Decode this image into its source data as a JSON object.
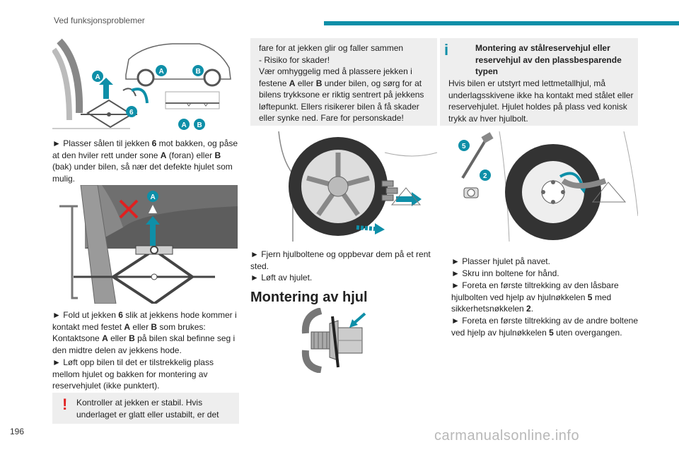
{
  "header": {
    "title": "Ved funksjonsproblemer"
  },
  "page_number": "196",
  "watermark": "carmanualsonline.info",
  "col1": {
    "fig1_labels": {
      "a1": "A",
      "a2": "A",
      "b1": "B",
      "six": "6",
      "a3": "A",
      "b2": "B"
    },
    "p1": {
      "pre": "► Plasser sålen til jekken ",
      "b1": "6",
      "mid1": " mot bakken, og påse at den hviler rett under sone ",
      "b2": "A",
      "mid2": " (foran) eller ",
      "b3": "B",
      "post": " (bak) under bilen, så nær det defekte hjulet som mulig."
    },
    "fig2_labels": {
      "a": "A"
    },
    "p2": {
      "pre": "► Fold ut jekken ",
      "b1": "6",
      "mid1": " slik at jekkens hode kommer i kontakt med festet ",
      "b2": "A",
      "mid2": " eller ",
      "b3": "B",
      "mid3": " som brukes: Kontaktsone ",
      "b4": "A",
      "mid4": " eller ",
      "b5": "B",
      "post": " på bilen skal befinne seg i den midtre delen av jekkens hode."
    },
    "p3": "► Løft opp bilen til det er tilstrekkelig plass mellom hjulet og bakken for montering av reservehjulet (ikke punktert).",
    "warning": {
      "mark": "!",
      "text": "Kontroller at jekken er stabil. Hvis underlaget er glatt eller ustabilt, er det"
    }
  },
  "col2": {
    "warning_cont": {
      "l1": "fare for at jekken glir og faller sammen",
      "l2": "- Risiko for skader!",
      "l3pre": "Vær omhyggelig med å plassere jekken i festene ",
      "b1": "A",
      "mid": " eller ",
      "b2": "B",
      "l3post": " under bilen, og sørg for at bilens trykksone er riktig sentrert på jekkens løftepunkt. Ellers risikerer bilen å få skader eller synke ned. Fare for personskade!"
    },
    "p1": "► Fjern hjulboltene og oppbevar dem på et rent sted.",
    "p2": "► Løft av hjulet.",
    "section_title": "Montering av hjul"
  },
  "col3": {
    "info": {
      "mark": "i",
      "title": "Montering av stålreservehjul eller reservehjul av den plassbesparende typen",
      "text": "Hvis bilen er utstyrt med lettmetallhjul, må underlagsskivene ikke ha kontakt med stålet eller reservehjulet. Hjulet holdes på plass ved konisk trykk av hver hjulbolt."
    },
    "fig_labels": {
      "five": "5",
      "two": "2"
    },
    "s1": "► Plasser hjulet på navet.",
    "s2": "► Skru inn boltene for hånd.",
    "s3": {
      "pre": "► Foreta en første tiltrekking av den låsbare hjulbolten ved hjelp av hjulnøkkelen ",
      "b1": "5",
      "mid": " med sikkerhetsnøkkelen ",
      "b2": "2",
      "post": "."
    },
    "s4": {
      "pre": "► Foreta en første tiltrekking av de andre boltene ved hjelp av hjulnøkkelen ",
      "b1": "5",
      "post": " uten overgangen."
    }
  }
}
